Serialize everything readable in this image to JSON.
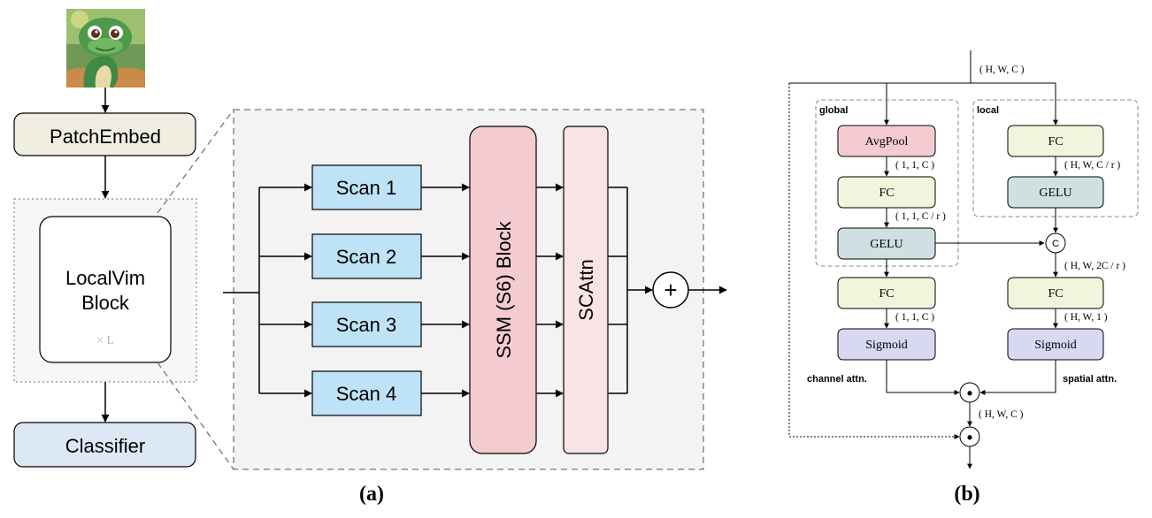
{
  "panel_a": {
    "caption": "(a)",
    "patch_embed": "PatchEmbed",
    "block_line1": "LocalVim",
    "block_line2": "Block",
    "repeat": "× L",
    "classifier": "Classifier",
    "scans": [
      "Scan 1",
      "Scan 2",
      "Scan 3",
      "Scan 4"
    ],
    "ssm": "SSM (S6) Block",
    "scattn": "SCAttn",
    "plus": "+",
    "colors": {
      "patch_embed": "#efeee1",
      "classifier": "#dce9f5",
      "scan": "#bfe3f6",
      "ssm": "#f4cbd0",
      "scattn": "#f9e3e5",
      "panel_bg": "#f3f3f3"
    }
  },
  "panel_b": {
    "caption": "(b)",
    "input_shape": "( H, W, C )",
    "global_label": "global",
    "local_label": "local",
    "avgpool": "AvgPool",
    "fc": "FC",
    "gelu": "GELU",
    "sigmoid": "Sigmoid",
    "concat": "C",
    "dot": "•",
    "shapes": {
      "g1": "( 1, 1, C )",
      "g2": "( 1, 1, C / r )",
      "g3": "( 1, 1, C )",
      "l1": "( H, W, C / r )",
      "l2": "( H, W, 2C / r )",
      "l3": "( H, W, 1 )",
      "out": "( H, W, C )"
    },
    "channel_attn": "channel attn.",
    "spatial_attn": "spatial attn.",
    "colors": {
      "avgpool": "#f4cbd0",
      "fc": "#f2f5dc",
      "gelu": "#cfe0e3",
      "sigmoid": "#d8d8f3"
    }
  }
}
